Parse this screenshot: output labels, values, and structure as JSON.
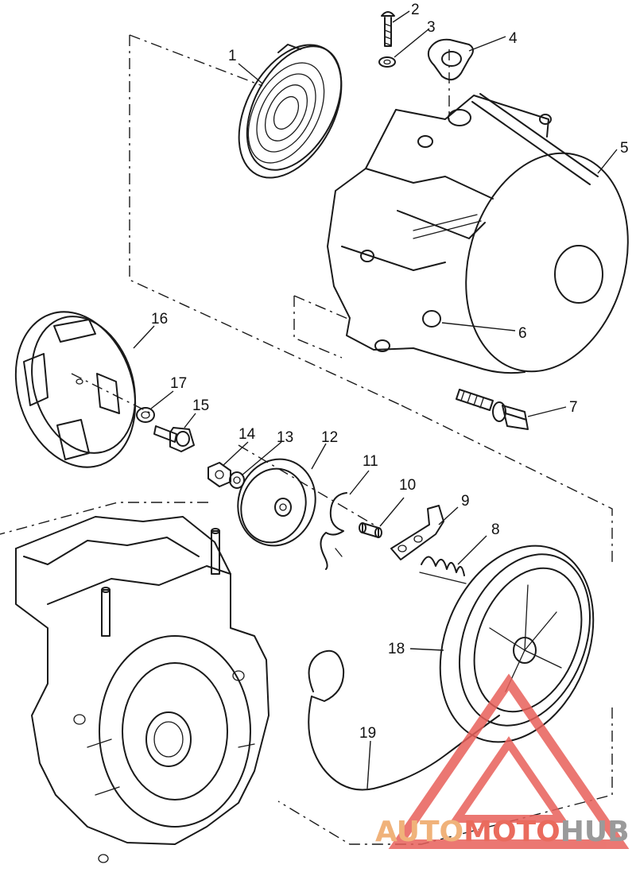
{
  "diagram": {
    "callouts": [
      {
        "id": "1",
        "label": "1"
      },
      {
        "id": "2",
        "label": "2"
      },
      {
        "id": "3",
        "label": "3"
      },
      {
        "id": "4",
        "label": "4"
      },
      {
        "id": "5",
        "label": "5"
      },
      {
        "id": "6",
        "label": "6"
      },
      {
        "id": "7",
        "label": "7"
      },
      {
        "id": "8",
        "label": "8"
      },
      {
        "id": "9",
        "label": "9"
      },
      {
        "id": "10",
        "label": "10"
      },
      {
        "id": "11",
        "label": "11"
      },
      {
        "id": "12",
        "label": "12"
      },
      {
        "id": "13",
        "label": "13"
      },
      {
        "id": "14",
        "label": "14"
      },
      {
        "id": "15",
        "label": "15"
      },
      {
        "id": "16",
        "label": "16"
      },
      {
        "id": "17",
        "label": "17"
      },
      {
        "id": "18",
        "label": "18"
      },
      {
        "id": "19",
        "label": "19"
      }
    ]
  },
  "watermark": {
    "part_auto": "AUTO",
    "part_moto": "MOTO",
    "part_hub": "HUB",
    "color_auto": "#f0b27a",
    "color_moto": "#ea6b5d",
    "color_hub": "#9a9a9a",
    "logo_color": "#e8605a"
  }
}
